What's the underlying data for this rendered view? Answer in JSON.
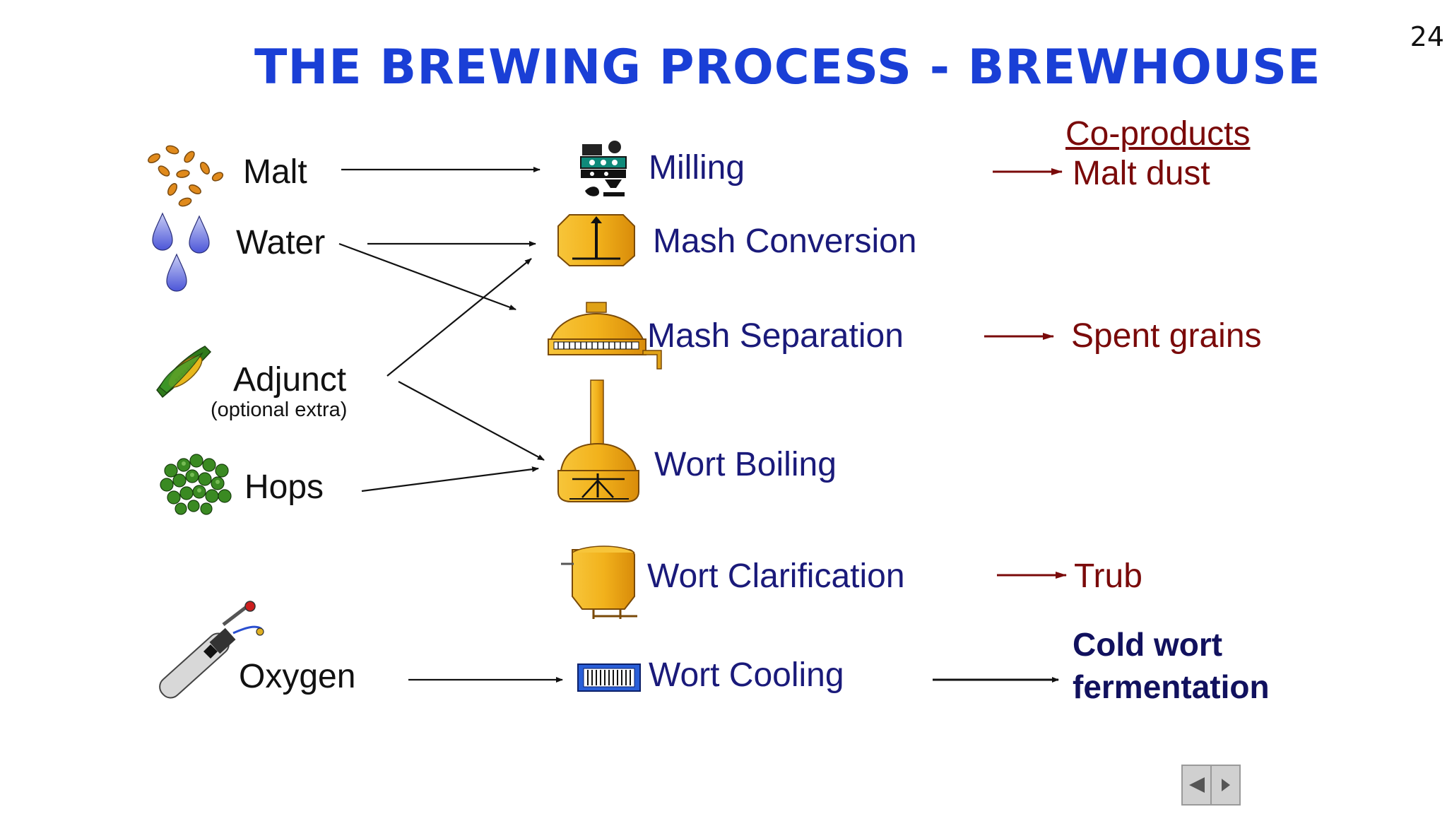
{
  "title": "THE BREWING PROCESS - BREWHOUSE",
  "page_number": "24",
  "inputs": {
    "malt": "Malt",
    "water": "Water",
    "adjunct": "Adjunct",
    "adjunct_note": "(optional extra)",
    "hops": "Hops",
    "oxygen": "Oxygen"
  },
  "steps": {
    "milling": "Milling",
    "mash_conversion": "Mash Conversion",
    "mash_separation": "Mash Separation",
    "wort_boiling": "Wort Boiling",
    "wort_clarification": "Wort Clarification",
    "wort_cooling": "Wort Cooling"
  },
  "coproducts": {
    "header": "Co-products",
    "malt_dust": "Malt dust",
    "spent_grains": "Spent grains",
    "trub": "Trub"
  },
  "final": {
    "line1": "Cold wort",
    "line2": "fermentation"
  },
  "colors": {
    "title": "#1a3fd6",
    "step_text": "#1a1a7a",
    "coproduct_text": "#7a0a0a",
    "vessel_fill": "#f2b21c"
  },
  "icons": {
    "malt": "malt-grains-icon",
    "water": "water-drops-icon",
    "adjunct": "corn-icon",
    "hops": "hops-icon",
    "oxygen": "oxygen-cylinder-icon",
    "mill": "mill-icon",
    "mash_tun": "mash-tun-icon",
    "lauter_tun": "lauter-tun-icon",
    "kettle": "wort-kettle-icon",
    "whirlpool": "whirlpool-vessel-icon",
    "cooler": "wort-cooler-icon",
    "nav_prev": "prev-arrow-icon",
    "nav_next": "next-arrow-icon"
  }
}
